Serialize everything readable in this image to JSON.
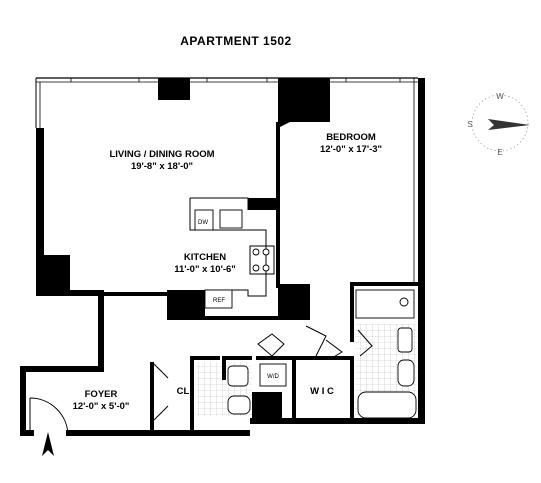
{
  "title": "APARTMENT 1502",
  "rooms": {
    "living": {
      "name": "LIVING / DINING ROOM",
      "dims": "19'-8\" x 18'-0\""
    },
    "bedroom": {
      "name": "BEDROOM",
      "dims": "12'-0\" x  17'-3\""
    },
    "kitchen": {
      "name": "KITCHEN",
      "dims": "11'-0\" x 10'-6\""
    },
    "foyer": {
      "name": "FOYER",
      "dims": "12'-0\" x 5'-0\""
    },
    "closet": {
      "name": "CL"
    },
    "wic": {
      "name": "W I C"
    }
  },
  "fixtures": {
    "dishwasher": "DW",
    "refrigerator": "REF",
    "washer_dryer": "W/D"
  },
  "compass": {
    "north": "W",
    "south": "E",
    "west": "S"
  },
  "colors": {
    "wall": "#000000",
    "background": "#ffffff",
    "compass_needle": "#333333"
  }
}
